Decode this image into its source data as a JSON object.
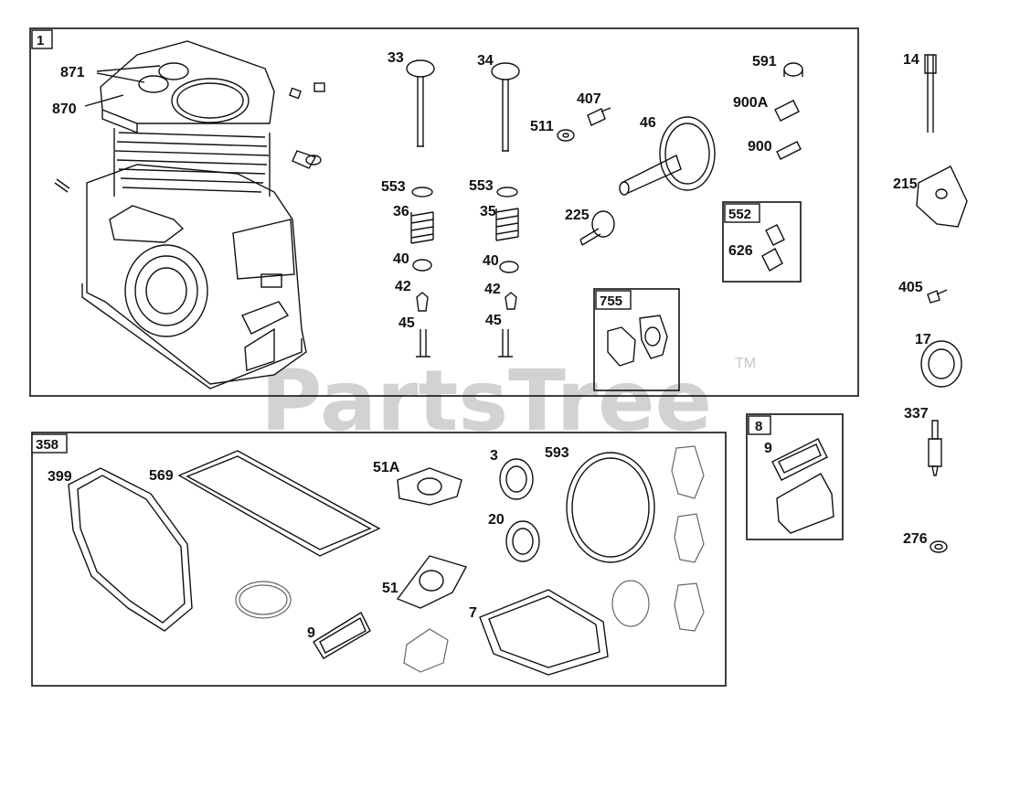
{
  "watermark": {
    "text": "PartsTree",
    "trademark": "TM"
  },
  "groups": [
    {
      "id": "g1",
      "label": "1"
    },
    {
      "id": "g358",
      "label": "358"
    },
    {
      "id": "g552",
      "label": "552"
    },
    {
      "id": "g755",
      "label": "755"
    },
    {
      "id": "g8",
      "label": "8"
    }
  ],
  "callouts": [
    "871",
    "870",
    "33",
    "34",
    "407",
    "511",
    "46",
    "591",
    "900A",
    "900",
    "553",
    "553",
    "36",
    "35",
    "40",
    "40",
    "42",
    "42",
    "45",
    "45",
    "225",
    "626",
    "399",
    "569",
    "51A",
    "3",
    "593",
    "20",
    "51",
    "7",
    "9",
    "9",
    "14",
    "215",
    "405",
    "17",
    "337",
    "276"
  ]
}
